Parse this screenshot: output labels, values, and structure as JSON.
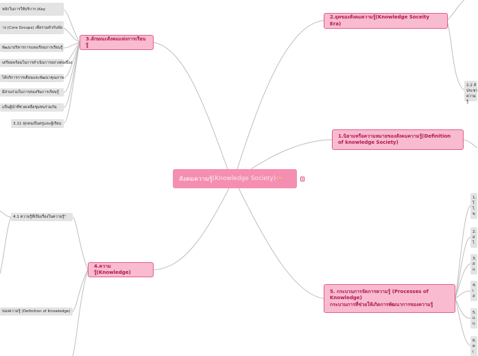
{
  "root": {
    "title": "สังคมความรู้",
    "title_en": "(Knowledge Society)",
    "emoji": "🧠"
  },
  "branches": {
    "b1": {
      "label": "1.นิยามหรือความหมายของสังคมความรู้(Definition of knowledge Society)"
    },
    "b2": {
      "label": "2.ยุคของสังคมความรู้(Knowledge Soceity Era)"
    },
    "b3": {
      "label": "3.ลักษณะสังคมแห่งการเรียนรู้"
    },
    "b4": {
      "label": "4.ความรู้(Knowledge)"
    },
    "b5": {
      "label": "5. กระบวนการจัดการความรู้ (Processes of Knowledge)",
      "label2": "กระบวนการที่ช่วยให้เกิดการพัฒนาการของความรู้"
    }
  },
  "b3_items": [
    "หลักในการให้บริการ (Key",
    "าง (Core Groups) เพื่อรวมตัวกันจัด",
    "พัฒนาบริหารการแหงเรียนการเรียนรู้",
    "เตรียมพร้อมในการดำเนินการอย่างต่อเนื่อง",
    "ได้บริการการเตือนและพัฒนาคุณภาพ",
    "มีส่วนร่วมในการส่งเสริมการเรียนรู้",
    "แป็นผู้นำที่ช่วยเหลือชุมชนร่วมกัน",
    "3.11 ทุกคนเป็นครูและผู้เรียน"
  ],
  "b2_items": [
    "2.2 สั",
    "ประชา",
    "ความรู้"
  ],
  "b4_items": [
    "4.1 ความรู้ที่เป็นเรื่องในความรู้\"",
    "ของความรู้ (Definition of Knowledge)"
  ],
  "b5_items": [
    [
      "1.",
      "ใ",
      "ไ",
      "ข"
    ],
    [
      "2.",
      "ส",
      "ไ"
    ],
    [
      "3.",
      "ส",
      "แ"
    ],
    [
      "4.",
      "เ",
      "ส"
    ],
    [
      "5.",
      "แ",
      "แ"
    ],
    [
      "6.",
      "ค",
      "เ"
    ]
  ],
  "colors": {
    "root": "#f48fb1",
    "main_fill": "#f8bbd0",
    "main_border": "#e35a8a",
    "edge": "#b9b9b9",
    "sub_fill": "#e3e3e3"
  }
}
